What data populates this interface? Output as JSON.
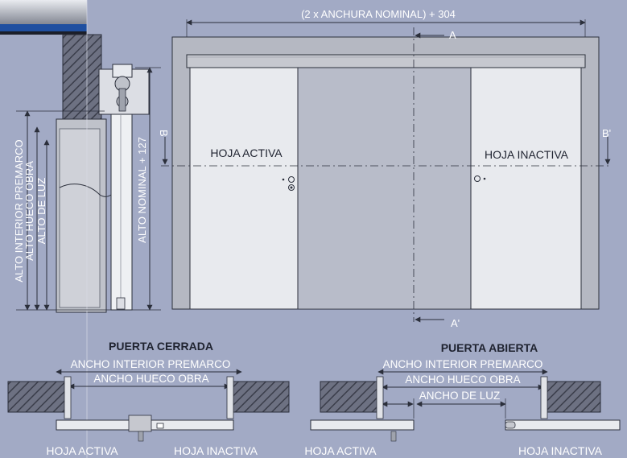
{
  "colors": {
    "background": "#a2aac5",
    "frame": "#b5b8c2",
    "door_leaf": "#e8eaee",
    "opening": "#b8bcc9",
    "header_rail": "#c6c8cf",
    "wall_hatch": "#4b4f60",
    "line": "#2b2f3b",
    "text": "#ffffff",
    "text_dark": "#1f2330",
    "accent_blue": "#1f4fa0"
  },
  "elevation": {
    "overall_width_label": "(2 x ANCHURA NOMINAL) + 304",
    "section_a_top": "A",
    "section_a_bottom": "A'",
    "section_b_left": "B",
    "section_b_right": "B'",
    "active_leaf_label": "HOJA ACTIVA",
    "inactive_leaf_label": "HOJA INACTIVA"
  },
  "section_view": {
    "alto_interior_premarco": "ALTO INTERIOR PREMARCO",
    "alto_hueco_obra": "ALTO HUECO OBRA",
    "alto_de_luz": "ALTO DE LUZ",
    "alto_nominal": "ALTO NOMINAL + 127"
  },
  "plan_closed": {
    "title": "PUERTA CERRADA",
    "ancho_interior_premarco": "ANCHO INTERIOR PREMARCO",
    "ancho_hueco_obra": "ANCHO HUECO OBRA",
    "hoja_activa": "HOJA ACTIVA",
    "hoja_inactiva": "HOJA INACTIVA"
  },
  "plan_open": {
    "title": "PUERTA ABIERTA",
    "ancho_interior_premarco": "ANCHO INTERIOR PREMARCO",
    "ancho_hueco_obra": "ANCHO HUECO OBRA",
    "ancho_de_luz": "ANCHO DE LUZ",
    "hoja_activa": "HOJA ACTIVA",
    "hoja_inactiva": "HOJA INACTIVA"
  }
}
